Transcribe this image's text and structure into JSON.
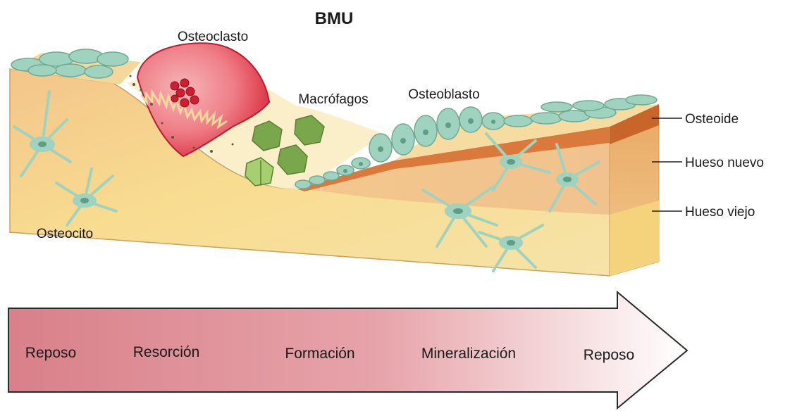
{
  "title": "BMU",
  "cells": {
    "osteoclast": "Osteoclasto",
    "macrophages": "Macrófagos",
    "osteoblast": "Osteoblasto",
    "osteocyte": "Osteocito"
  },
  "layers": {
    "osteoid": "Osteoide",
    "new_bone": "Hueso nuevo",
    "old_bone": "Hueso viejo"
  },
  "phases": [
    "Reposo",
    "Resorción",
    "Formación",
    "Mineralización",
    "Reposo"
  ],
  "colors": {
    "old_bone": "#f7df8e",
    "new_bone": "#f0c08f",
    "osteoid": "#d97a3c",
    "lining_cells": "#9fd3bf",
    "osteoclast": "#e03a48",
    "macrophage": "#7aa64c",
    "arrow_start": "#d98088",
    "arrow_end": "#ffffff"
  }
}
